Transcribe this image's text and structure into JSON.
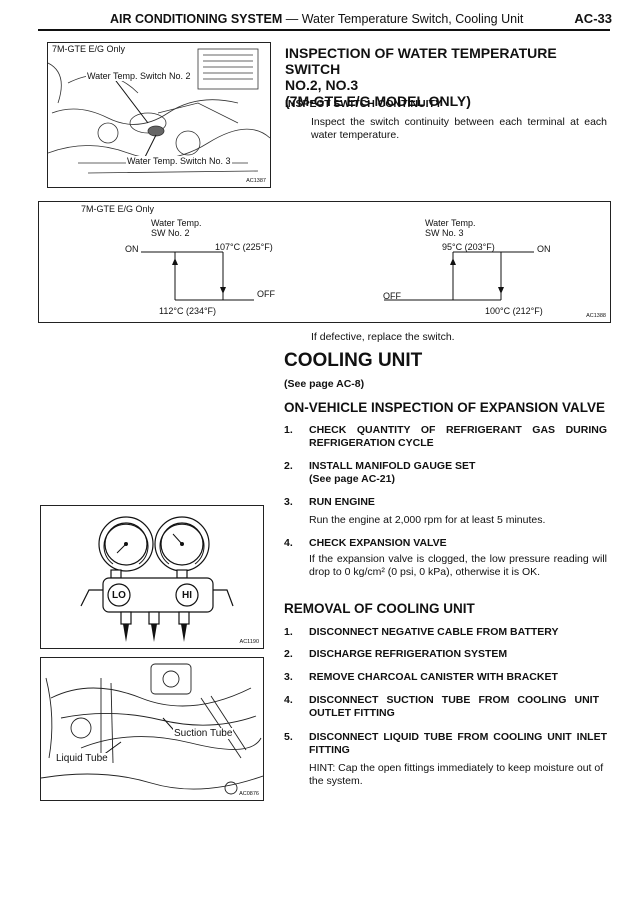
{
  "header": {
    "section": "AIR CONDITIONING SYSTEM",
    "dash": "—",
    "subtitle": "Water Temperature Switch, Cooling Unit",
    "page": "AC-33"
  },
  "figure1": {
    "model_label": "7M-GTE E/G Only",
    "label_sw2": "Water Temp. Switch No. 2",
    "label_sw3": "Water Temp. Switch No. 3",
    "code": "AC1387"
  },
  "inspection": {
    "title_line1": "INSPECTION OF WATER TEMPERATURE SWITCH",
    "title_line2": "NO.2, NO.3",
    "title_line3": "(7M-GTE E/G MODEL ONLY)",
    "subhead": "INSPECT SWITCH CONTINUITY",
    "body": "Inspect the switch continuity between each terminal at each water temperature."
  },
  "diagram": {
    "model_label": "7M-GTE E/G Only",
    "sw2_title": "Water Temp.",
    "sw2_sub": "SW No. 2",
    "sw2_on": "ON",
    "sw2_off": "OFF",
    "sw2_up_temp": "107°C (225°F)",
    "sw2_down_temp": "112°C (234°F)",
    "sw3_title": "Water Temp.",
    "sw3_sub": "SW No. 3",
    "sw3_on": "ON",
    "sw3_off": "OFF",
    "sw3_up_temp": "95°C (203°F)",
    "sw3_down_temp": "100°C (212°F)",
    "code": "AC1388"
  },
  "defective_note": "If defective, replace the switch.",
  "cooling": {
    "title": "COOLING UNIT",
    "see_page": "(See page AC-8)",
    "onvehicle_title": "ON-VEHICLE INSPECTION OF EXPANSION VALVE",
    "steps": [
      {
        "num": "1.",
        "text": "CHECK QUANTITY OF REFRIGERANT GAS DURING REFRIGERATION CYCLE"
      },
      {
        "num": "2.",
        "text": "INSTALL MANIFOLD GAUGE SET",
        "sub": "(See page AC-21)"
      },
      {
        "num": "3.",
        "text": "RUN ENGINE",
        "body": "Run the engine at 2,000 rpm for at least 5 minutes."
      },
      {
        "num": "4.",
        "text": "CHECK EXPANSION VALVE",
        "body": "If the expansion valve is clogged, the low pressure reading will drop to 0 kg/cm² (0 psi, 0 kPa), otherwise it is OK."
      }
    ],
    "removal_title": "REMOVAL OF COOLING UNIT",
    "removal_steps": [
      {
        "num": "1.",
        "text": "DISCONNECT NEGATIVE CABLE FROM BATTERY"
      },
      {
        "num": "2.",
        "text": "DISCHARGE REFRIGERATION SYSTEM"
      },
      {
        "num": "3.",
        "text": "REMOVE CHARCOAL CANISTER WITH BRACKET"
      },
      {
        "num": "4.",
        "text": "DISCONNECT SUCTION TUBE FROM COOLING UNIT OUTLET FITTING"
      },
      {
        "num": "5.",
        "text": "DISCONNECT LIQUID TUBE FROM COOLING UNIT INLET FITTING",
        "hint": "HINT:  Cap the open fittings immediately to keep moisture out of the system."
      }
    ]
  },
  "figure3": {
    "lo": "LO",
    "hi": "HI",
    "code": "AC1190"
  },
  "figure4": {
    "label_suction": "Suction Tube",
    "label_liquid": "Liquid Tube",
    "code": "AC0876"
  }
}
